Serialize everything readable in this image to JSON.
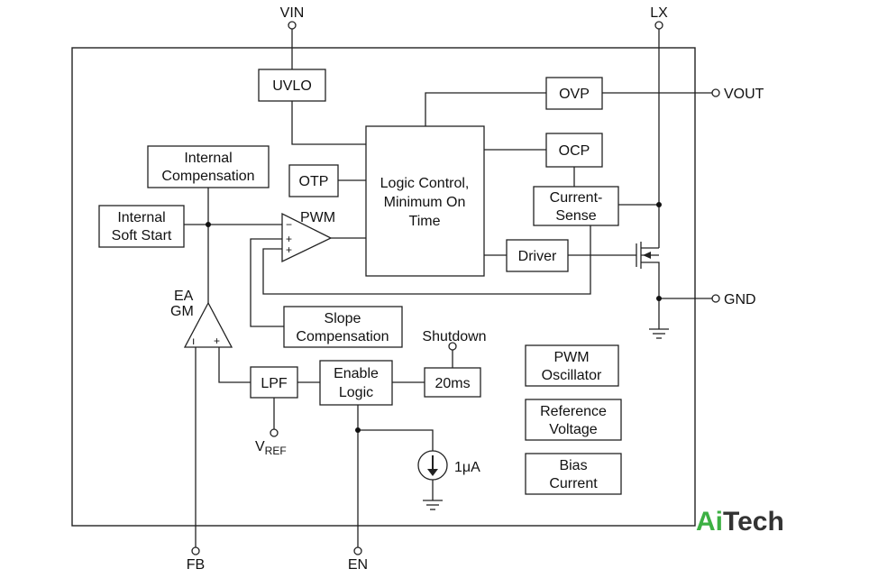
{
  "pins": {
    "vin": "VIN",
    "lx": "LX",
    "vout": "VOUT",
    "gnd": "GND",
    "fb": "FB",
    "en": "EN",
    "vref_main": "V",
    "vref_sub": "REF",
    "shutdown": "Shutdown"
  },
  "blocks": {
    "uvlo": "UVLO",
    "ovp": "OVP",
    "ocp": "OCP",
    "otp": "OTP",
    "logic": [
      "Logic Control,",
      "Minimum On",
      "Time"
    ],
    "current_sense": [
      "Current-",
      "Sense"
    ],
    "driver": "Driver",
    "internal_comp": [
      "Internal",
      "Compensation"
    ],
    "soft_start": [
      "Internal",
      "Soft Start"
    ],
    "slope_comp": [
      "Slope",
      "Compensation"
    ],
    "lpf": "LPF",
    "enable_logic": [
      "Enable",
      "Logic"
    ],
    "timer": "20ms",
    "pwm_osc": [
      "PWM",
      "Oscillator"
    ],
    "ref_voltage": [
      "Reference",
      "Voltage"
    ],
    "bias_current": [
      "Bias",
      "Current"
    ]
  },
  "labels": {
    "pwm": "PWM",
    "ea": "EA",
    "gm": "GM",
    "current_source": "1μA",
    "comp_minus": "−",
    "comp_plus1": "+",
    "comp_plus2": "+",
    "ea_minus": "ı",
    "ea_plus": "+"
  },
  "logo": {
    "part1": "Ai",
    "part2": "Tech"
  }
}
